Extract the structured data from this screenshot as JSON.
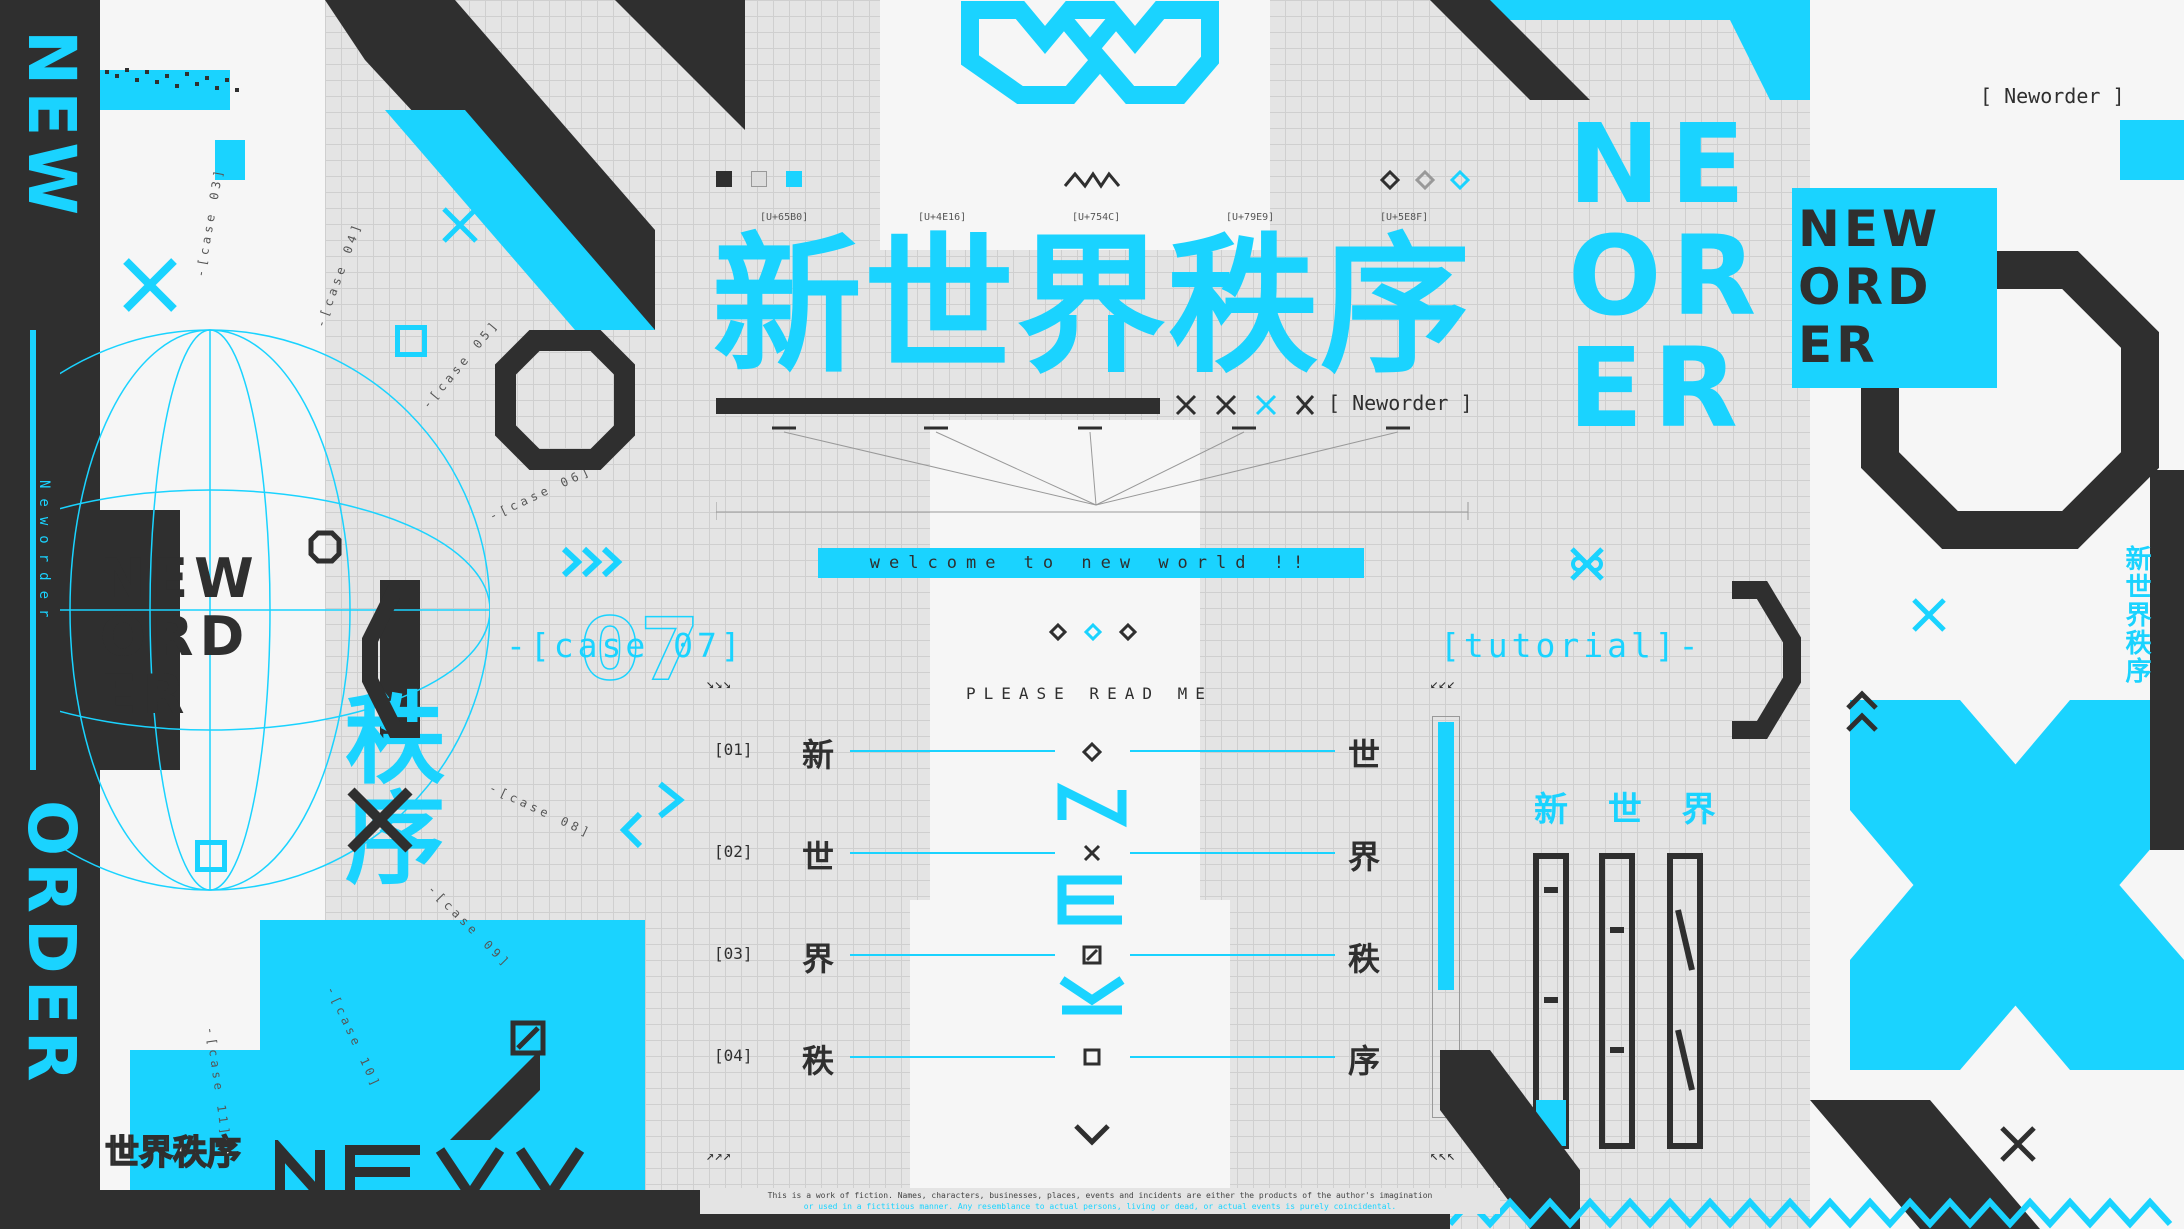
{
  "title_kanji": "新世界秩序",
  "title_sub": "[ Neworder ]",
  "header_tag": "[ Neworder ]",
  "unicode_codes": [
    "[U+65B0]",
    "[U+4E16]",
    "[U+754C]",
    "[U+79E9]",
    "[U+5E8F]"
  ],
  "welcome": "welcome to new world !!",
  "case07": "-[case 07]",
  "tutorial": "[tutorial]-",
  "please_read": "PLEASE READ ME",
  "toc": {
    "indices": [
      "[01]",
      "[02]",
      "[03]",
      "[04]"
    ],
    "left": [
      "新",
      "世",
      "界",
      "秩"
    ],
    "right": [
      "世",
      "界",
      "秩",
      "序"
    ]
  },
  "left_sidebar": {
    "vertical_word_top": "NEW",
    "vertical_word_bottom": "ORDER",
    "vertical_small": "Neworder"
  },
  "cases_small": [
    "-[case 03]",
    "-[case 04]",
    "-[case 05]",
    "-[case 06]",
    "-[case 08]",
    "-[case 09]",
    "-[case 10]",
    "-[case 11]"
  ],
  "bottom_left_kanji": "世界秩序",
  "right_blocks": {
    "big_word_1": "NE",
    "big_word_2": "OR",
    "big_word_3": "ER",
    "badge_line1": "NEW",
    "badge_line2": "ORD",
    "badge_line3": "ER",
    "vertical_kanji": "新世界秩序",
    "kanji_row": "新 世 界"
  },
  "center_vertical_word": "NEW",
  "left_word": [
    "NEW",
    "ORD",
    "ER"
  ],
  "footer": {
    "line1": "This is a work of fiction. Names, characters, businesses, places, events and incidents are either the products of the author's imagination",
    "line2": "or used in a fictitious manner. Any resemblance to actual persons, living or dead, or actual events is purely coincidental."
  },
  "colors": {
    "accent": "#1ad3ff",
    "dark": "#2f2f2f",
    "background": "#e9e9e9"
  }
}
